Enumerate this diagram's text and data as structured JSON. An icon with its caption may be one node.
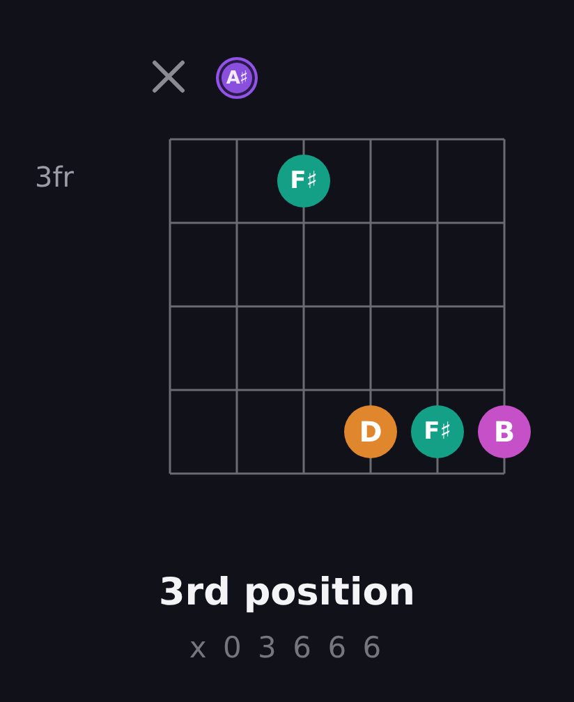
{
  "diagram": {
    "title": "3rd position",
    "nodes": [
      {
        "text": [],
        "shape": "cross"
      },
      {
        "text": [
          "A♯"
        ]
      },
      {
        "text": [
          "F♯"
        ]
      },
      {
        "text": [
          "D"
        ]
      },
      {
        "text": [
          "F♯"
        ]
      },
      {
        "text": [
          "B"
        ]
      }
    ],
    "labels": [
      "3fr",
      "x 0 3 6 6 6"
    ]
  }
}
